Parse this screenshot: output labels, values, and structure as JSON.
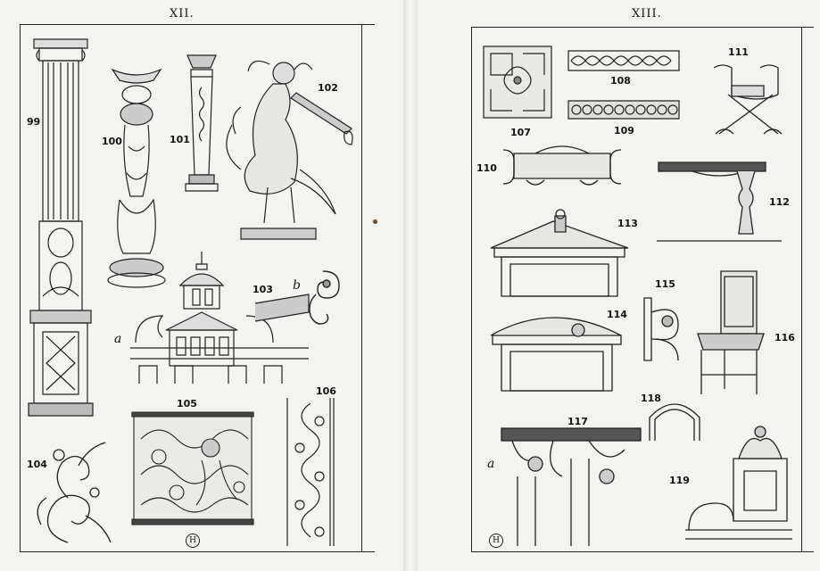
{
  "pages": {
    "left": {
      "number": "XII.",
      "labels": [
        "99",
        "100",
        "101",
        "102",
        "103",
        "104",
        "105",
        "106"
      ],
      "sublabels": {
        "a": "a",
        "b": "b"
      },
      "mark": "H"
    },
    "right": {
      "number": "XIII.",
      "labels": [
        "107",
        "108",
        "109",
        "110",
        "111",
        "112",
        "113",
        "114",
        "115",
        "116",
        "117",
        "118",
        "119"
      ],
      "sublabels": {
        "a": "a"
      },
      "mark": "H"
    }
  },
  "colors": {
    "ink": "#222222",
    "paper": "#f3f3f0"
  }
}
